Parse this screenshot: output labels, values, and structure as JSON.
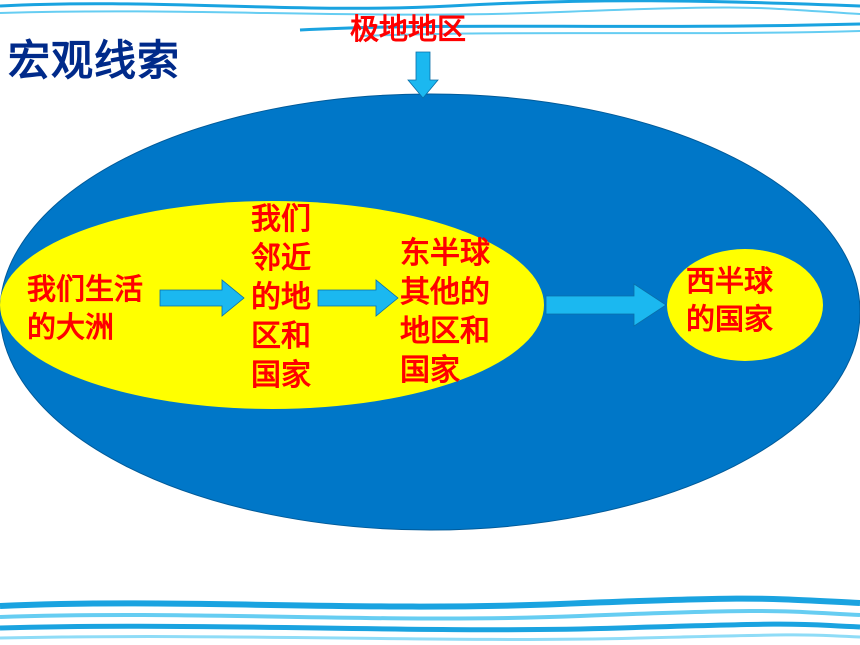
{
  "slide": {
    "title": "宏观线索",
    "top_label": "极地地区",
    "nodes": [
      {
        "id": "continent",
        "lines": [
          "我们生活",
          "的大洲"
        ]
      },
      {
        "id": "neighbors",
        "lines": [
          "我们",
          "邻近",
          "的地",
          "区和",
          "国家"
        ]
      },
      {
        "id": "eastern",
        "lines": [
          "东半球",
          "其他的",
          "地区和",
          "国家"
        ]
      },
      {
        "id": "western",
        "lines": [
          "西半球",
          "的国家"
        ]
      }
    ]
  },
  "colors": {
    "outer_ellipse": "#0077c8",
    "inner_ellipse": "#ffff00",
    "arrow": "#1bb8f0",
    "label": "#ff0000",
    "title": "#002a8a",
    "wave": "#1aa3e0"
  }
}
